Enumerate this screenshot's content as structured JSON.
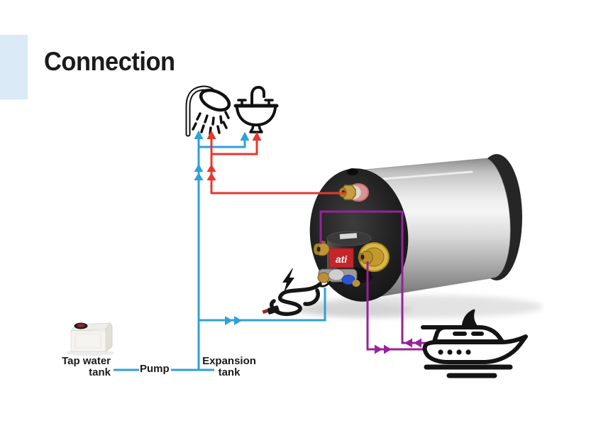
{
  "title": "Connection",
  "labels": {
    "tap_water_tank": {
      "line1": "Tap water",
      "line2": "tank"
    },
    "pump": "Pump",
    "expansion_tank": {
      "line1": "Expansion",
      "line2": "tank"
    }
  },
  "heater": {
    "brand_label": "ati"
  },
  "icons": {
    "shower": "shower-head-icon",
    "sink": "washbasin-icon",
    "boat": "motor-yacht-icon",
    "power": "lightning-bolt-icon",
    "tank": "water-tank-icon",
    "heater": "marine-water-heater-photo"
  },
  "colors": {
    "cold_water": "#2FA0D8",
    "hot_water": "#E5392E",
    "engine_circuit": "#98229A",
    "diagram_black": "#141414",
    "accent_rect": "#DAEAF6",
    "title_text": "#1B1B1B"
  }
}
